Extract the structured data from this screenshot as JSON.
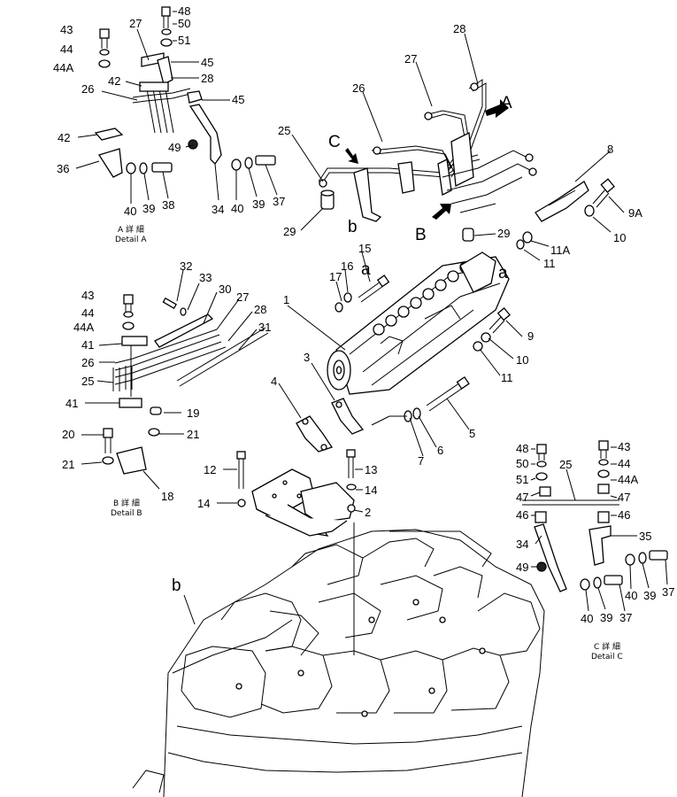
{
  "callouts": {
    "c48a": "48",
    "c50a": "50",
    "c51a": "51",
    "c27a": "27",
    "c43a": "43",
    "c44a": "44",
    "c44Aa": "44A",
    "c45a1": "45",
    "c28a": "28",
    "c42a1": "42",
    "c26a": "26",
    "c45a2": "45",
    "c42a2": "42",
    "c49a": "49",
    "c36a": "36",
    "c40a1": "40",
    "c39a1": "39",
    "c38a": "38",
    "c34a": "34",
    "c40a2": "40",
    "c39a2": "39",
    "c37a": "37",
    "c28t": "28",
    "c27t": "27",
    "c26t": "26",
    "c25t": "25",
    "c29t1": "29",
    "c8": "8",
    "c9A": "9A",
    "c10t": "10",
    "c29t2": "29",
    "c11A": "11A",
    "c11t": "11",
    "c32": "32",
    "c33": "33",
    "c30": "30",
    "c27b": "27",
    "c28b": "28",
    "c31": "31",
    "c43b": "43",
    "c44b": "44",
    "c44Ab": "44A",
    "c41b1": "41",
    "c26b": "26",
    "c25b": "25",
    "c41b2": "41",
    "c19": "19",
    "c20": "20",
    "c21b1": "21",
    "c21b2": "21",
    "c18": "18",
    "c17": "17",
    "c16": "16",
    "c15": "15",
    "c1": "1",
    "c3": "3",
    "c9": "9",
    "c10m": "10",
    "c11m": "11",
    "c4": "4",
    "c7": "7",
    "c6": "6",
    "c5": "5",
    "c12": "12",
    "c13": "13",
    "c14a": "14",
    "c14b": "14",
    "c2": "2",
    "c48c": "48",
    "c50c": "50",
    "c51c": "51",
    "c47c1": "47",
    "c43c": "43",
    "c44c": "44",
    "c44Ac": "44A",
    "c47c2": "47",
    "c25c": "25",
    "c46c1": "46",
    "c46c2": "46",
    "c34c": "34",
    "c35": "35",
    "c49c": "49",
    "c40c1": "40",
    "c39c1": "39",
    "c37c1": "37",
    "c40c2": "40",
    "c39c2": "39",
    "c37c2": "37"
  },
  "view_markers": {
    "A": "A",
    "B": "B",
    "C": "C",
    "a1": "a",
    "a2": "a",
    "b1": "b",
    "b2": "b"
  },
  "captions": {
    "detail_a_jp": "A 詳 細",
    "detail_a_en": "Detail A",
    "detail_b_jp": "B 詳 細",
    "detail_b_en": "Detail B",
    "detail_c_jp": "C 詳 細",
    "detail_c_en": "Detail C"
  }
}
